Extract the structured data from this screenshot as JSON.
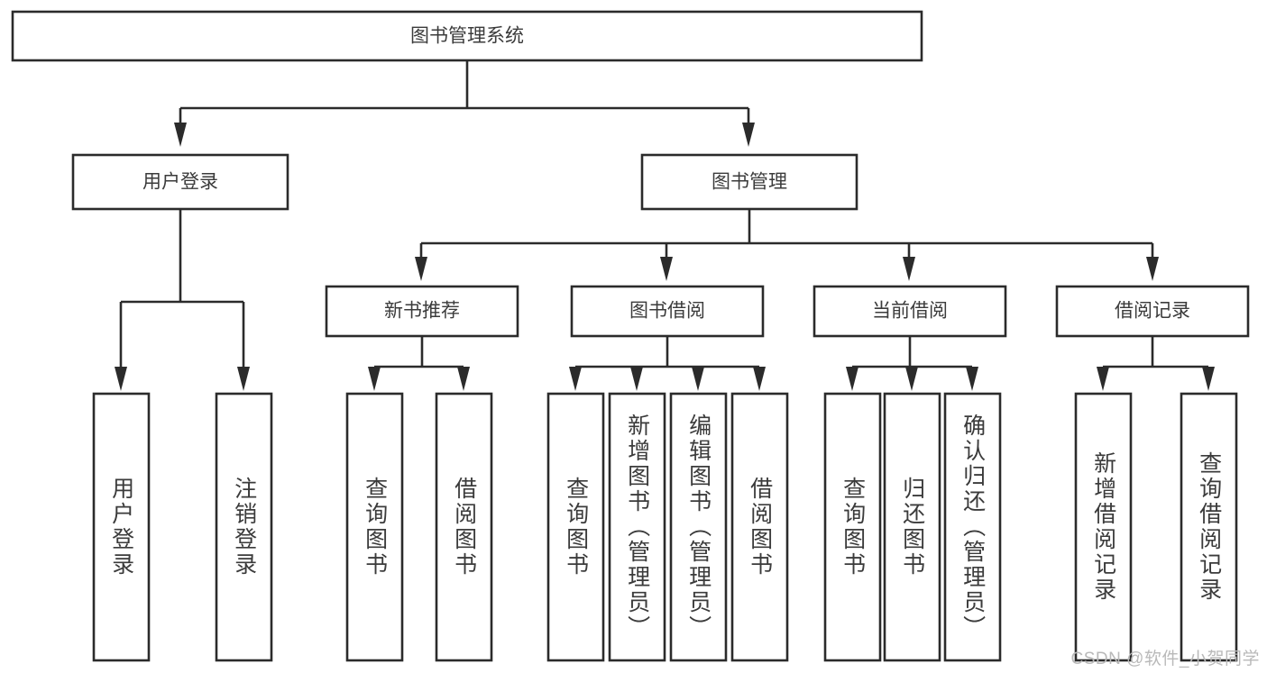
{
  "diagram": {
    "title": "图书管理系统",
    "type": "function-tree",
    "orientation": "top-down",
    "root": {
      "id": "root",
      "label": "图书管理系统",
      "text_direction": "horizontal"
    },
    "level1": [
      {
        "id": "user-login",
        "label": "用户登录",
        "text_direction": "horizontal"
      },
      {
        "id": "book-manage",
        "label": "图书管理",
        "text_direction": "horizontal"
      }
    ],
    "level2": [
      {
        "id": "new-book-recommend",
        "label": "新书推荐",
        "parent": "book-manage",
        "text_direction": "horizontal"
      },
      {
        "id": "book-borrow",
        "label": "图书借阅",
        "parent": "book-manage",
        "text_direction": "horizontal"
      },
      {
        "id": "current-borrow",
        "label": "当前借阅",
        "parent": "book-manage",
        "text_direction": "horizontal"
      },
      {
        "id": "borrow-record",
        "label": "借阅记录",
        "parent": "book-manage",
        "text_direction": "horizontal"
      }
    ],
    "leaves": [
      {
        "id": "leaf-user-login",
        "label": "用户登录",
        "parent": "user-login",
        "text_direction": "vertical"
      },
      {
        "id": "leaf-user-logout",
        "label": "注销登录",
        "parent": "user-login",
        "text_direction": "vertical"
      },
      {
        "id": "leaf-query-book-rec",
        "label": "查询图书",
        "parent": "new-book-recommend",
        "text_direction": "vertical"
      },
      {
        "id": "leaf-borrow-book-rec",
        "label": "借阅图书",
        "parent": "new-book-recommend",
        "text_direction": "vertical"
      },
      {
        "id": "leaf-query-book-borrow",
        "label": "查询图书",
        "parent": "book-borrow",
        "text_direction": "vertical"
      },
      {
        "id": "leaf-add-book-admin",
        "label": "新增图书（管理员）",
        "parent": "book-borrow",
        "text_direction": "vertical"
      },
      {
        "id": "leaf-edit-book-admin",
        "label": "编辑图书（管理员）",
        "parent": "book-borrow",
        "text_direction": "vertical"
      },
      {
        "id": "leaf-borrow-book",
        "label": "借阅图书",
        "parent": "book-borrow",
        "text_direction": "vertical"
      },
      {
        "id": "leaf-query-book-current",
        "label": "查询图书",
        "parent": "current-borrow",
        "text_direction": "vertical"
      },
      {
        "id": "leaf-return-book",
        "label": "归还图书",
        "parent": "current-borrow",
        "text_direction": "vertical"
      },
      {
        "id": "leaf-confirm-return-admin",
        "label": "确认归还（管理员）",
        "parent": "current-borrow",
        "text_direction": "vertical"
      },
      {
        "id": "leaf-add-borrow-record",
        "label": "新增借阅记录",
        "parent": "borrow-record",
        "text_direction": "vertical"
      },
      {
        "id": "leaf-query-borrow-record",
        "label": "查询借阅记录",
        "parent": "borrow-record",
        "text_direction": "vertical"
      }
    ],
    "colors": {
      "stroke": "#2b2b2b",
      "fill": "#ffffff",
      "text": "#3b3b3b",
      "watermark": "#b9b9b9",
      "background": "#ffffff"
    }
  },
  "watermark": {
    "text": "CSDN @软件_小贺同学"
  }
}
